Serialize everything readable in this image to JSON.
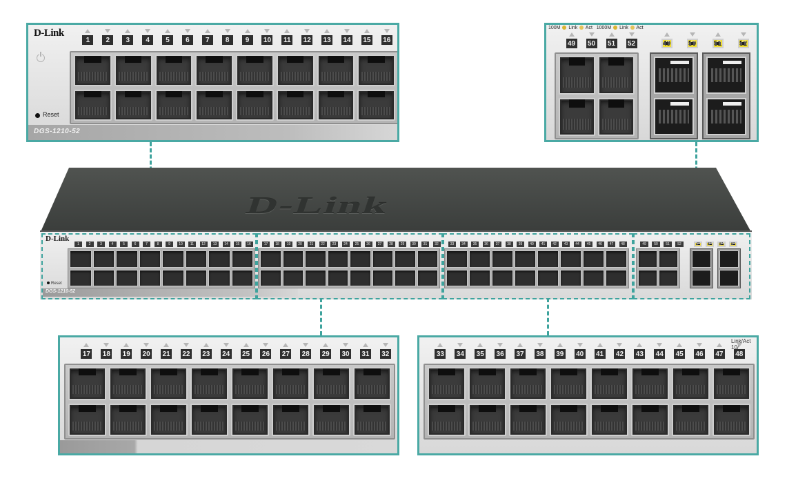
{
  "brand": "D-Link",
  "model": "DGS-1210-52",
  "reset_label": "Reset",
  "icons": {
    "power": "power-icon",
    "reset": "reset-button-icon"
  },
  "colors": {
    "callout_border": "#4aa9a4",
    "sfp_label": "#f2e035",
    "port_label": "#2f2f2f"
  },
  "callouts": {
    "top_left": {
      "ports": [
        "1",
        "2",
        "3",
        "4",
        "5",
        "6",
        "7",
        "8",
        "9",
        "10",
        "11",
        "12",
        "13",
        "14",
        "15",
        "16"
      ]
    },
    "top_right": {
      "legend": {
        "speed_100": "100M",
        "speed_1000": "1000M",
        "link": "Link",
        "act": "Act"
      },
      "copper_ports": [
        "49",
        "50",
        "51",
        "52"
      ],
      "sfp_ports": [
        "49",
        "50",
        "51",
        "52"
      ]
    },
    "bottom_left": {
      "ports": [
        "17",
        "18",
        "19",
        "20",
        "21",
        "22",
        "23",
        "24",
        "25",
        "26",
        "27",
        "28",
        "29",
        "30",
        "31",
        "32"
      ]
    },
    "bottom_right": {
      "ports": [
        "33",
        "34",
        "35",
        "36",
        "37",
        "38",
        "39",
        "40",
        "41",
        "42",
        "43",
        "44",
        "45",
        "46",
        "47",
        "48"
      ],
      "corner_label": "Link/Act 10/"
    }
  }
}
